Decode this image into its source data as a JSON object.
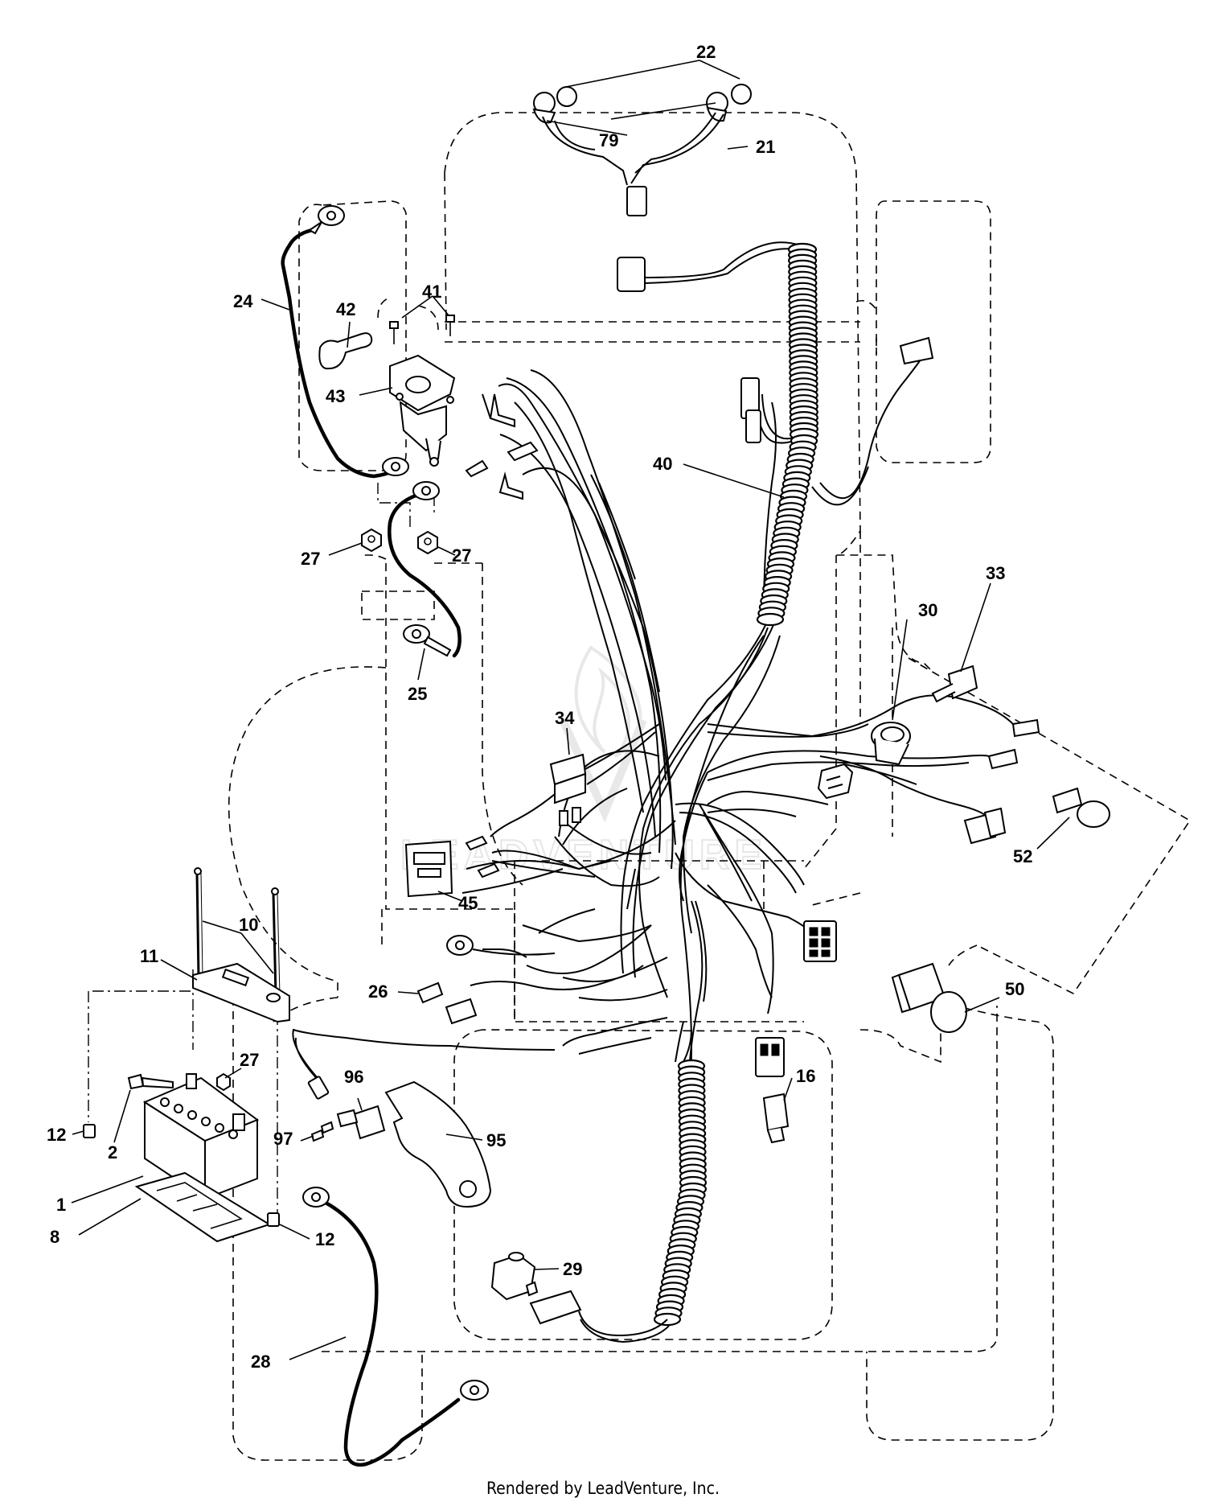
{
  "footer": "Rendered by LeadVenture, Inc.",
  "watermark": "LEADVENTURE",
  "callouts": [
    "22",
    "79",
    "21",
    "24",
    "42",
    "41",
    "43",
    "40",
    "27",
    "27",
    "25",
    "33",
    "30",
    "34",
    "45",
    "52",
    "10",
    "11",
    "26",
    "96",
    "27",
    "12",
    "2",
    "97",
    "95",
    "16",
    "50",
    "1",
    "8",
    "12",
    "29",
    "28"
  ]
}
